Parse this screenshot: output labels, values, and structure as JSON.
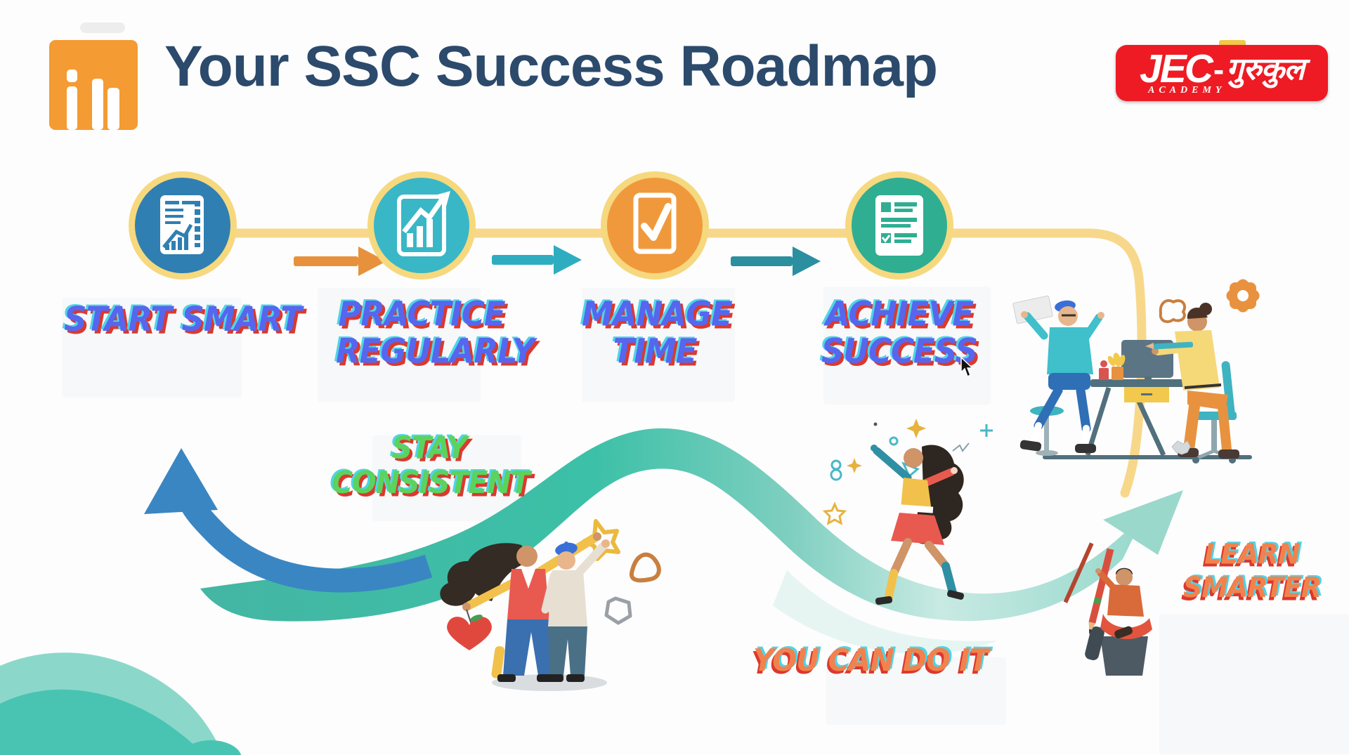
{
  "header": {
    "title": "Your SSC Success Roadmap"
  },
  "brand": {
    "jec": "JEC",
    "hyphen": "-",
    "gurukul": "गुरुकुल",
    "academy": "ACADEMY",
    "bg_color": "#ee1b24",
    "text_color": "#ffffff"
  },
  "roadmap": {
    "steps": [
      {
        "label": "START SMART",
        "circle_color": "#2f7fb2",
        "icon": "report-chart-icon"
      },
      {
        "label": "PRACTICE REGULARLY",
        "circle_color": "#39b7c6",
        "icon": "growth-arrow-icon"
      },
      {
        "label": "MANAGE TIME",
        "circle_color": "#f0993c",
        "icon": "checklist-check-icon"
      },
      {
        "label": "ACHIEVE SUCCESS",
        "circle_color": "#2fae92",
        "icon": "result-list-icon"
      }
    ],
    "connector_color": "#f7d88a",
    "ring_color": "#f6d87e",
    "arrow_colors": [
      "#e8913d",
      "#2fadc0",
      "#2b8fa0"
    ],
    "label_color": "#5766ee"
  },
  "motivation": {
    "stay_consistent": "STAY CONSISTENT",
    "you_can_do_it": "YOU CAN DO IT",
    "learn_smarter": "LEARN SMARTER",
    "green_color": "#5bd35c",
    "orange_color": "#f2824d"
  },
  "icons": {
    "logo": "bar-chart-logo-icon",
    "steps": [
      "report-chart-icon",
      "growth-arrow-icon",
      "checklist-check-icon",
      "result-list-icon"
    ],
    "gear": "gear-icon",
    "heart": "heart-icon",
    "cursor": "mouse-pointer-icon"
  },
  "illustrations": {
    "wave": "teal-wave-ribbon-arrow",
    "blue_arrow": "blue-curved-up-arrow",
    "couple": "celebrating-couple",
    "jumper": "jumping-celebrating-woman",
    "desk_scene": "two-people-studying-at-desk",
    "pencil_man": "man-sitting-with-giant-pencils",
    "corner_blob": "teal-corner-wave",
    "confetti": "sparkles-stars-doodles"
  },
  "colors": {
    "title": "#2c4a6b",
    "logo_orange": "#f49b33",
    "ribbon_teal": "#3cc0a7",
    "arrow_blue": "#3a86c2",
    "shadow_red": "#da392e",
    "outline_cyan": "#4fd4e6"
  }
}
